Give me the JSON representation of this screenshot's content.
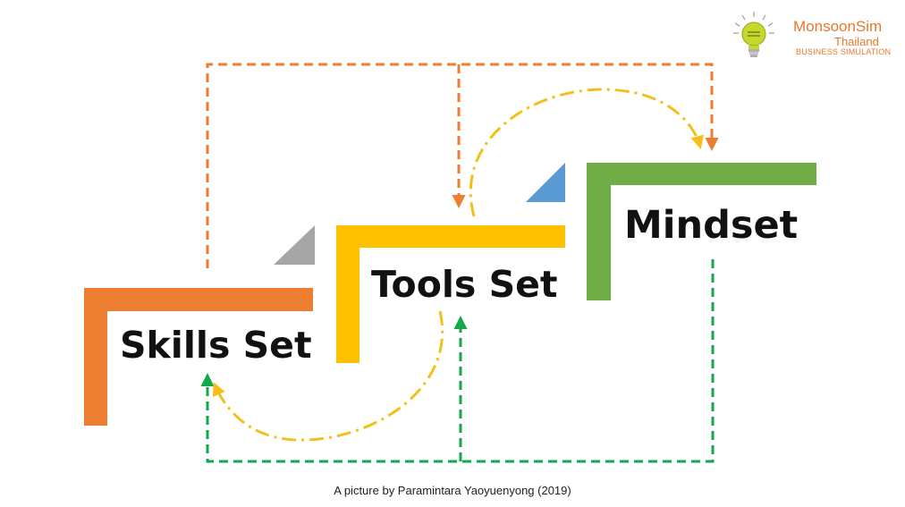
{
  "nodes": {
    "skills": {
      "label": "Skills Set",
      "color": "#ed7d31"
    },
    "tools": {
      "label": "Tools Set",
      "color": "#ffc000"
    },
    "mindset": {
      "label": "Mindset",
      "color": "#70ad47"
    }
  },
  "connectors": {
    "orange_color": "#ed7d31",
    "yellow_color": "#f2c01b",
    "green_color": "#13a84a",
    "gray_triangle": "#a6a6a6",
    "blue_triangle": "#5b9bd5"
  },
  "caption": "A picture by Paramintara Yaoyuenyong (2019)",
  "logo": {
    "title": "MonsoonSim",
    "subtitle": "Thailand",
    "tagline": "BUSINESS SIMULATION",
    "icon": "lightbulb-icon"
  }
}
